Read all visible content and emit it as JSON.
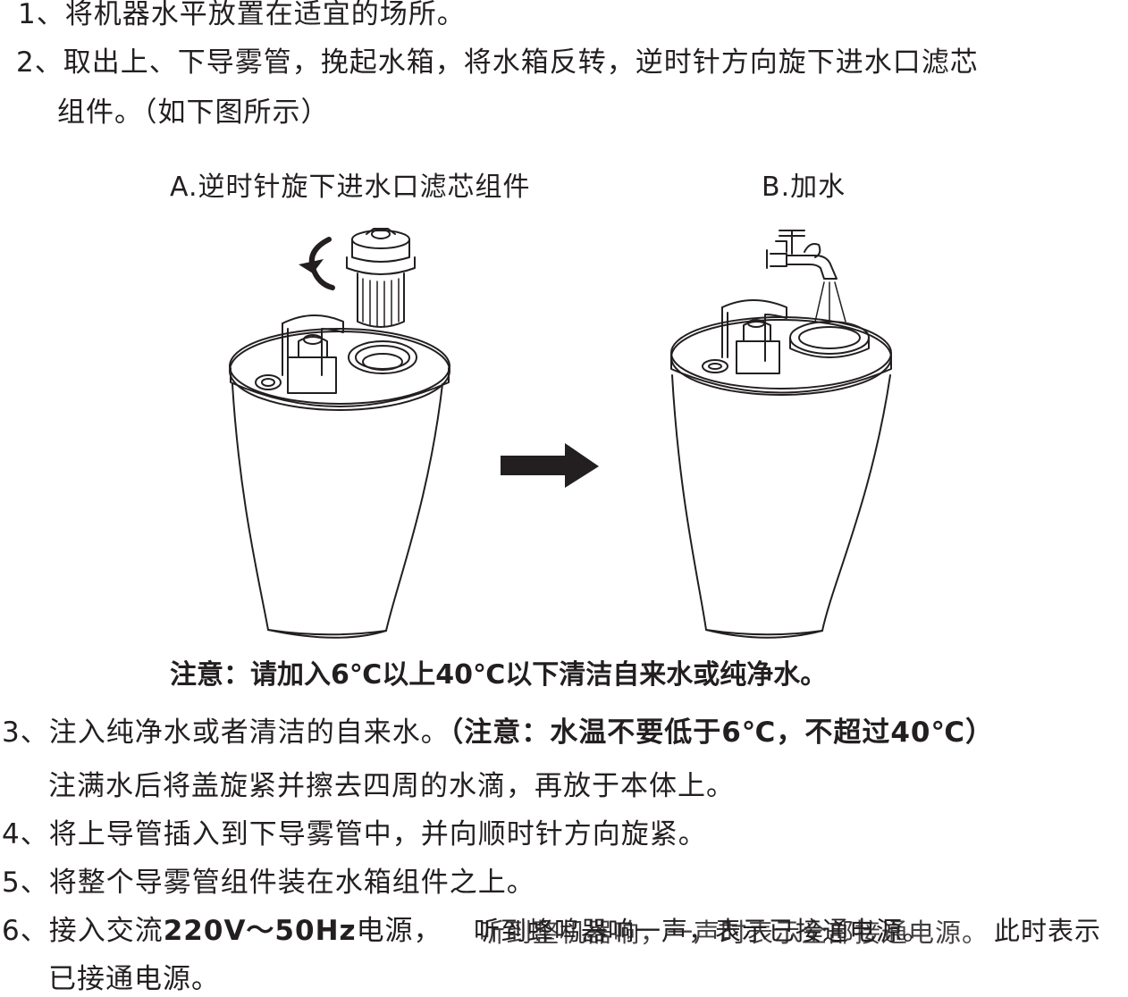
{
  "steps": {
    "s1": "1、将机器水平放置在适宜的场所。",
    "s2a": "2、取出上、下导雾管，挽起水箱，将水箱反转，逆时针方向旋下进水口滤芯",
    "s2b": "组件。（如下图所示）",
    "s3a": "3、注入纯净水或者清洁的自来水。",
    "s3b": "（注意：水温不要低于6℃，不超过40℃）",
    "s3c": "注满水后将盖旋紧并擦去四周的水滴，再放于本体上。",
    "s4": "4、将上导管插入到下导雾管中，并向顺时针方向旋紧。",
    "s5": "5、将整个导雾管组件装在水箱组件之上。",
    "s6a": "6、接入交流",
    "s6b": "220V～50Hz",
    "s6c": "电源，",
    "s6d": "听到蜂鸣器响一声，表示已接通电源。",
    "s6e": "听到整机器响，一声时表示全部接通电源。",
    "s6f": "此时表示",
    "s6g": "已接通电源。"
  },
  "figure": {
    "caption_a": "A.逆时针旋下进水口滤芯组件",
    "caption_b": "B.加水",
    "note": "注意：请加入6℃以上40℃以下清洁自来水或纯净水。"
  },
  "colors": {
    "ink": "#231f20",
    "background": "#ffffff"
  }
}
